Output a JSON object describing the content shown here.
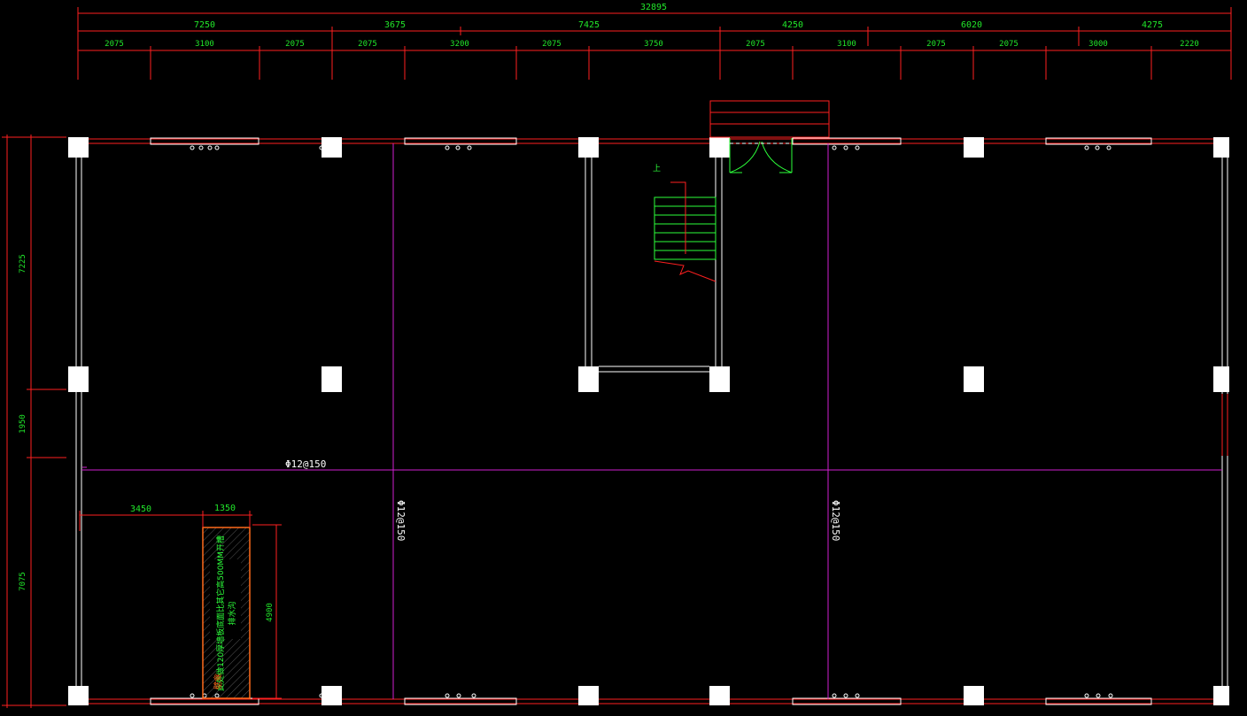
{
  "overall_dimension": "32895",
  "top_dims_row1": [
    "7250",
    "3675",
    "7425",
    "4250",
    "6020",
    "4275"
  ],
  "top_dims_row2": [
    "2075",
    "3100",
    "2075",
    "2075",
    "3200",
    "2075",
    "3750",
    "2075",
    "3100",
    "2075",
    "2075",
    "3000",
    "2220"
  ],
  "left_dims": [
    "7225",
    "1950",
    "7075"
  ],
  "rebar_horizontal": "Φ12@150",
  "rebar_vertical_left": "Φ12@150",
  "rebar_vertical_right": "Φ12@150",
  "pit_dims": {
    "offset": "3450",
    "width": "1350",
    "length": "4900"
  },
  "pit_note": "此处做120厚墙板底面比其它高500MM开槽",
  "pit_note_line2": "排水沟",
  "pit_label": "壁龛",
  "stair_label": "上",
  "colors": {
    "background": "#000000",
    "dimension_lines": "#ff2020",
    "dimension_text": "#21e62a",
    "walls": "#ffffff",
    "rebar": "#d020d0",
    "stair": "#2cff3a",
    "pit_outline": "#ff6a1a"
  }
}
